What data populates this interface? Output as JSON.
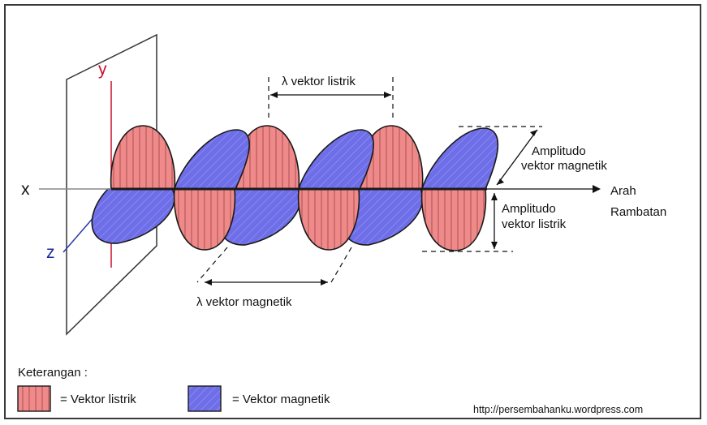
{
  "axes": {
    "x_label": "x",
    "y_label": "y",
    "z_label": "z",
    "y_color": "#c8102e",
    "z_color": "#1c2a9c"
  },
  "annotations": {
    "lambda_listrik": "λ vektor listrik",
    "lambda_magnetik": "λ vektor magnetik",
    "amp_magnetik_line1": "Amplitudo",
    "amp_magnetik_line2": "vektor magnetik",
    "amp_listrik_line1": "Amplitudo",
    "amp_listrik_line2": "vektor listrik",
    "direction_line1": "Arah",
    "direction_line2": "Rambatan"
  },
  "legend": {
    "title": "Keterangan :",
    "electric": "=  Vektor listrik",
    "magnetic": "=  Vektor magnetik"
  },
  "colors": {
    "electric_fill": "#f08a8a",
    "magnetic_fill": "#6e6ee8",
    "outline": "#1a1a1a"
  },
  "watermark": "http://persembahanku.wordpress.com"
}
